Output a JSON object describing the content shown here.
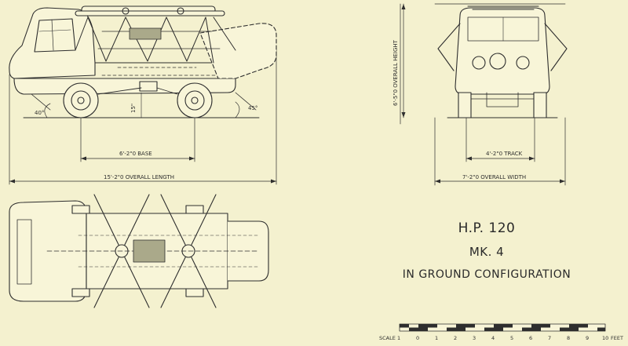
{
  "labels": {
    "base": "6'-2\"0 BASE",
    "overall_length": "15'-2\"0 OVERALL LENGTH",
    "angle_front": "40°",
    "angle_rear": "45°",
    "ground_clearance": "15\"",
    "overall_height": "6'-5\"0 OVERALL HEIGHT",
    "track": "4'-2\"0 TRACK",
    "overall_width": "7'-2\"0 OVERALL WIDTH"
  },
  "title": {
    "line1": "H.P. 120",
    "line2": "MK. 4",
    "line3": "IN GROUND CONFIGURATION"
  },
  "scale": {
    "label": "SCALE",
    "ticks": [
      "1",
      "0",
      "1",
      "2",
      "3",
      "4",
      "5",
      "6",
      "7",
      "8",
      "9",
      "10"
    ],
    "unit": "FEET"
  }
}
